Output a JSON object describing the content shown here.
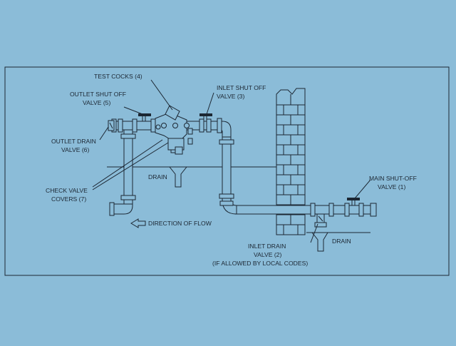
{
  "colors": {
    "background": "#8bbcd8",
    "line": "#1c2733"
  },
  "labels": {
    "test_cocks": "TEST COCKS (4)",
    "outlet_shutoff_1": "OUTLET SHUT OFF",
    "outlet_shutoff_2": "VALVE (5)",
    "inlet_shutoff_1": "INLET SHUT OFF",
    "inlet_shutoff_2": "VALVE (3)",
    "outlet_drain_1": "OUTLET DRAIN",
    "outlet_drain_2": "VALVE (6)",
    "drain_upper": "DRAIN",
    "check_valve_1": "CHECK VALVE",
    "check_valve_2": "COVERS (7)",
    "main_shutoff_1": "MAIN SHUT-OFF",
    "main_shutoff_2": "VALVE (1)",
    "direction": "DIRECTION OF FLOW",
    "drain_lower": "DRAIN",
    "inlet_drain_1": "INLET DRAIN",
    "inlet_drain_2": "VALVE (2)",
    "inlet_drain_3": "(IF ALLOWED BY LOCAL CODES)"
  },
  "icons": {
    "flow_arrow": "left-arrow-icon",
    "valve_handle": "valve-handle-icon"
  }
}
